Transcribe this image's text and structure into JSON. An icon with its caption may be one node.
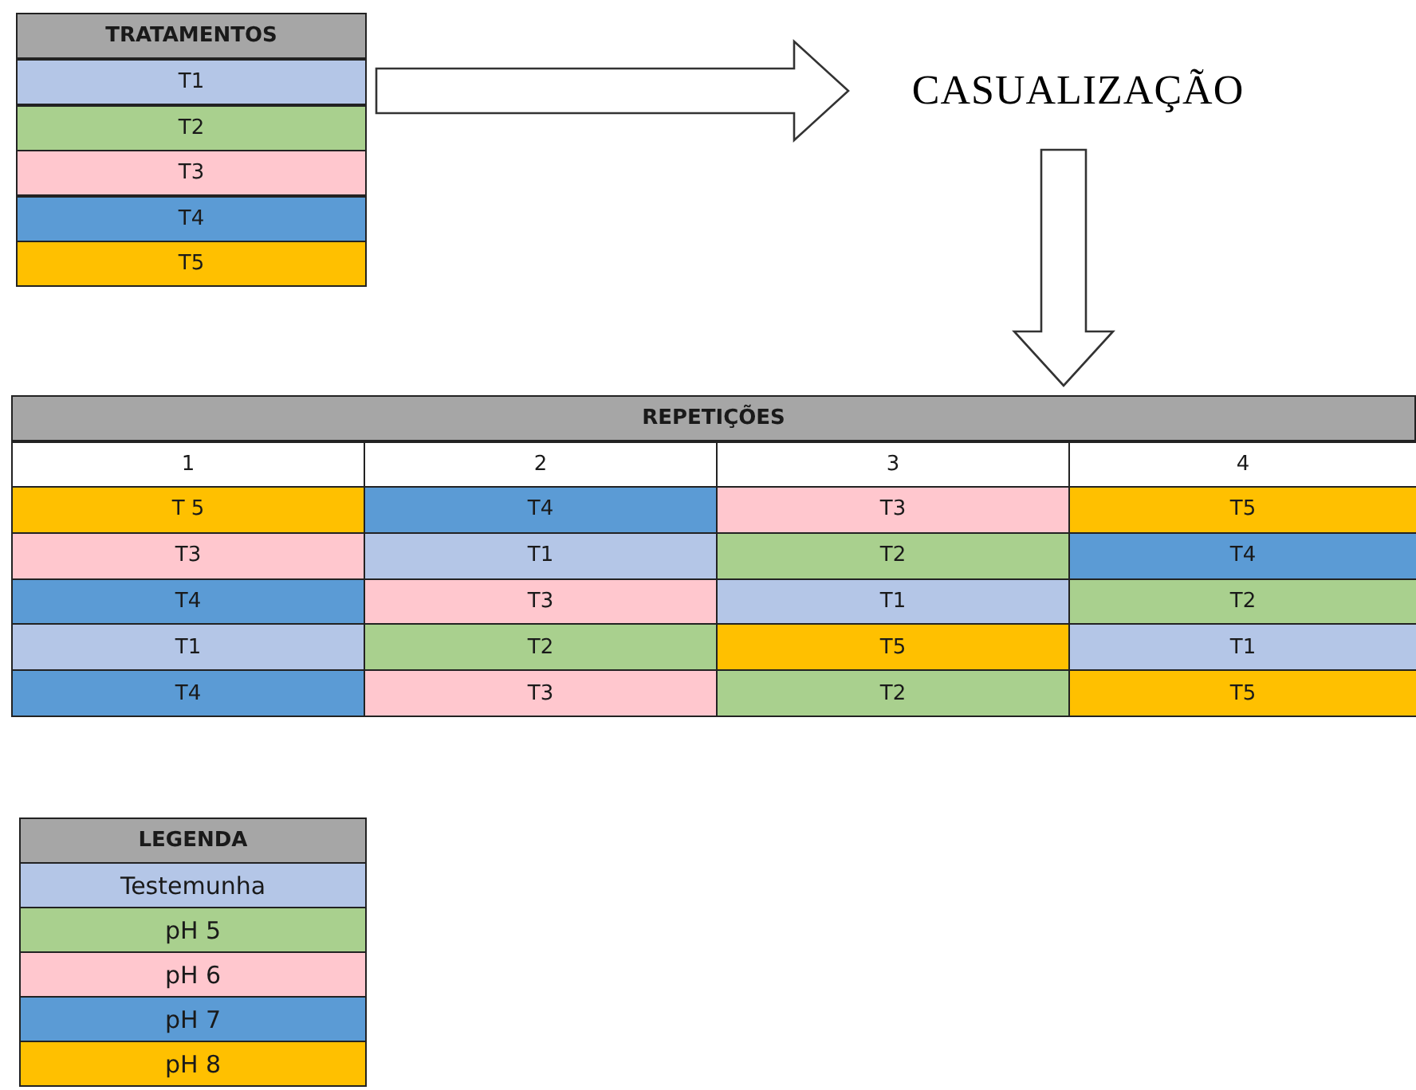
{
  "diagram": {
    "nodes": [
      {
        "text": [
          "TRATAMENTOS"
        ]
      },
      {
        "text": [
          "CASUALIZAÇÃO"
        ]
      },
      {
        "text": [
          "REPETIÇÕES"
        ]
      }
    ],
    "edges": [
      {
        "from": 0,
        "to": 1,
        "arrow": "to"
      },
      {
        "from": 1,
        "to": 2,
        "arrow": "to"
      }
    ],
    "labels": [
      "T1",
      "T2",
      "T3",
      "T4",
      "T5",
      "1",
      "2",
      "3",
      "4",
      "T 5",
      "T4",
      "T3",
      "T5",
      "T3",
      "T1",
      "T2",
      "T4",
      "T4",
      "T3",
      "T1",
      "T2",
      "T1",
      "T2",
      "T5",
      "T1",
      "T4",
      "T3",
      "T2",
      "T5",
      "LEGENDA"
    ],
    "legend": [
      {
        "text": "Testemunha",
        "color": "#b4c6e7"
      },
      {
        "text": "pH 5",
        "color": "#a9d08e"
      },
      {
        "text": "pH 6",
        "color": "#ffc7ce"
      },
      {
        "text": "pH 7",
        "color": "#5b9bd5"
      },
      {
        "text": "pH 8",
        "color": "#ffc000"
      }
    ]
  }
}
